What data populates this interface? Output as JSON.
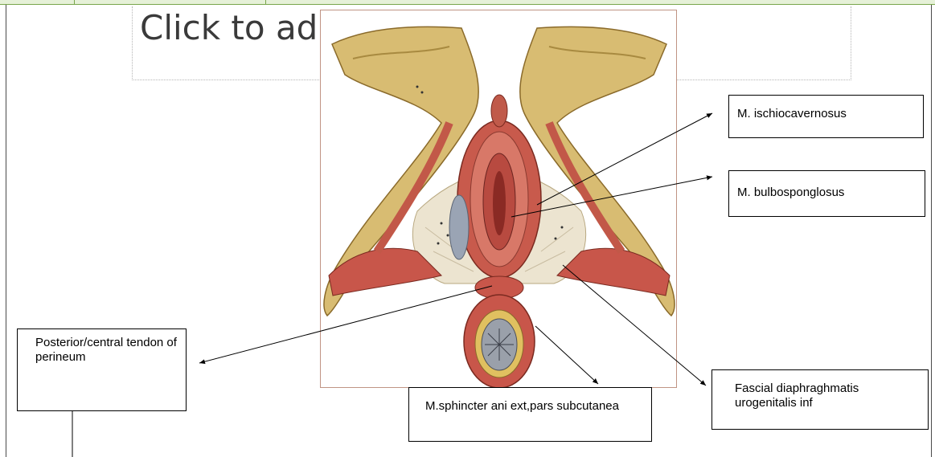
{
  "slide": {
    "title_placeholder": "Click to ad"
  },
  "labels": {
    "ischiocavernosus": "M. ischiocavernosus",
    "bulbospongiosus": "M. bulbosponglosus",
    "central_tendon": "Posterior/central tendon of perineum",
    "sphincter_ani": "M.sphincter ani ext,pars subcutanea",
    "fascia": "Fascial diaphraghmatis urogenitalis inf"
  },
  "colors": {
    "bone": "#d8bc72",
    "muscle": "#c8564a",
    "fascia": "#ece4d0",
    "frame": "#c09484"
  }
}
